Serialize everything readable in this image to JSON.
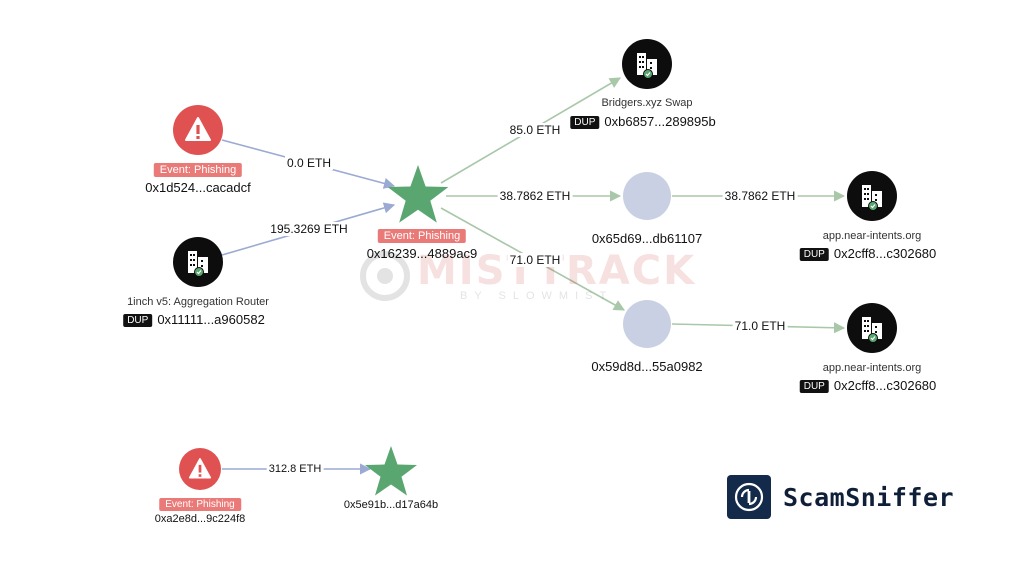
{
  "edges": {
    "e1": "0.0 ETH",
    "e2": "195.3269 ETH",
    "e3": "85.0 ETH",
    "e4": "38.7862 ETH",
    "e5": "71.0 ETH",
    "e6": "38.7862 ETH",
    "e7": "71.0 ETH",
    "e8": "312.8 ETH"
  },
  "nodes": {
    "phish1": {
      "tag": "Event: Phishing",
      "address": "0x1d524...cacadcf"
    },
    "inch": {
      "name": "1inch v5: Aggregation Router",
      "dup": "DUP",
      "address": "0x11111...a960582"
    },
    "center": {
      "tag": "Event: Phishing",
      "address": "0x16239...4889ac9"
    },
    "bridgers": {
      "name": "Bridgers.xyz Swap",
      "dup": "DUP",
      "address": "0xb6857...289895b"
    },
    "mid1": {
      "address": "0x65d69...db61107"
    },
    "mid2": {
      "address": "0x59d8d...55a0982"
    },
    "near1": {
      "name": "app.near-intents.org",
      "dup": "DUP",
      "address": "0x2cff8...c302680"
    },
    "near2": {
      "name": "app.near-intents.org",
      "dup": "DUP",
      "address": "0x2cff8...c302680"
    },
    "phish2": {
      "tag": "Event: Phishing",
      "address": "0xa2e8d...9c224f8"
    },
    "star2": {
      "address": "0x5e91b...d17a64b"
    }
  },
  "watermark": {
    "text": "MISTTRACK",
    "sub": "BY SLOWMIST"
  },
  "brand": {
    "name": "ScamSniffer"
  },
  "colors": {
    "phishing": "#e05252",
    "star": "#5aa670",
    "entity": "#0d0d0d",
    "unknown": "#c9d0e3",
    "edge_in": "#9aaad3",
    "edge_out": "#a9c7a9",
    "tag": "#e97a78"
  },
  "icons": {
    "phishing": "warning-icon",
    "entity": "building-icon",
    "center": "star-icon",
    "verified": "check-badge-icon"
  }
}
